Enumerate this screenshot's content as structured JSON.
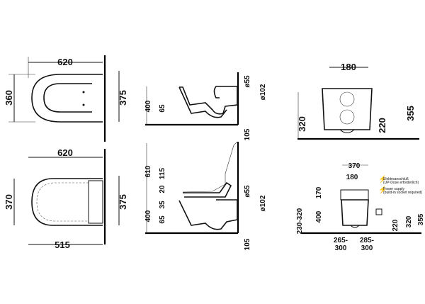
{
  "plan_top": {
    "width": "620",
    "depth_left": "360",
    "depth_right": "375"
  },
  "plan_bottom": {
    "width": "620",
    "depth_left": "370",
    "depth_right": "375",
    "bottom_width": "515"
  },
  "side_top": {
    "height": "400",
    "rim": "65",
    "d55": "ø55",
    "d102": "ø102",
    "floor": "105"
  },
  "side_bottom": {
    "total": "610",
    "lid": "115",
    "seat": "20",
    "seat_gap": "35",
    "height": "400",
    "rim": "65",
    "d55": "ø55",
    "d102": "ø102",
    "floor": "105"
  },
  "front_top": {
    "width": "180",
    "height_left": "320",
    "inlet": "220",
    "height_right": "355"
  },
  "front_bottom": {
    "width": "370",
    "inner": "180",
    "seat": "170",
    "height": "400",
    "range": "230-320",
    "inlet": "220",
    "h320": "320",
    "h355": "355",
    "left_offset": [
      "265-",
      "300"
    ],
    "right_offset": [
      "285-",
      "300"
    ],
    "note_de": [
      "Elektroanschluß",
      "(UP-Dose erforderlich)"
    ],
    "note_en": [
      "Power supply",
      "(build-in socket required)"
    ]
  }
}
